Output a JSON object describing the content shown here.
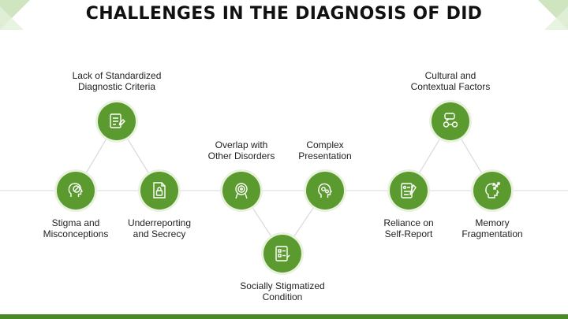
{
  "title": "CHALLENGES IN THE DIAGNOSIS OF DID",
  "nodes": [
    {
      "label_line1": "Lack of Standardized",
      "label_line2": "Diagnostic Criteria",
      "icon": "checklist-icon"
    },
    {
      "label_line1": "Stigma and",
      "label_line2": "Misconceptions",
      "icon": "head-crossed-icon"
    },
    {
      "label_line1": "Underreporting",
      "label_line2": "and Secrecy",
      "icon": "locked-document-icon"
    },
    {
      "label_line1": "Overlap with",
      "label_line2": "Other Disorders",
      "icon": "spiral-head-icon"
    },
    {
      "label_line1": "Socially Stigmatized",
      "label_line2": "Condition",
      "icon": "list-icon"
    },
    {
      "label_line1": "Complex",
      "label_line2": "Presentation",
      "icon": "head-gears-icon"
    },
    {
      "label_line1": "Reliance on",
      "label_line2": "Self-Report",
      "icon": "report-pen-icon"
    },
    {
      "label_line1": "Cultural and",
      "label_line2": "Contextual Factors",
      "icon": "speech-bubbles-icon"
    },
    {
      "label_line1": "Memory",
      "label_line2": "Fragmentation",
      "icon": "fragmented-head-icon"
    }
  ],
  "colors": {
    "node_fill": "#5a9a2e",
    "accent": "#4a8a26",
    "line": "#d9d9d9"
  }
}
